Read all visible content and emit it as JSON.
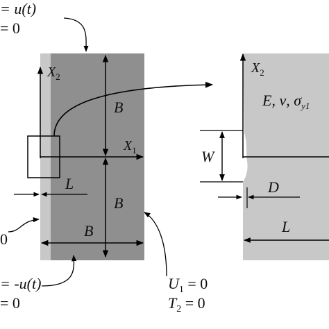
{
  "labels": {
    "top_disp_lhs": "= u(t)",
    "top_zero": "= 0",
    "bottom_disp_lhs": "= -u(t)",
    "bottom_zero": "= 0",
    "left_zero": "0",
    "x2_left": "X",
    "x2_left_sub": "2",
    "x1": "X",
    "x1_sub": "1",
    "b_upper": "B",
    "b_lower": "B",
    "b_width": "B",
    "l_left": "L",
    "x2_right": "X",
    "x2_right_sub": "2",
    "props_e": "E, ",
    "props_nu": "ν",
    "props_comma": ", ",
    "props_sigma": "σ",
    "props_sigma_sub": "y1",
    "w": "W",
    "d": "D",
    "l_right": "L",
    "u1": "U",
    "u1_sub": "1",
    "u1_eq": " = 0",
    "t2": "T",
    "t2_sub": "2",
    "t2_eq": " = 0"
  },
  "colors": {
    "outer_strip": "#c8c8c8",
    "inner_block": "#8f8f8f",
    "right_block": "#c8c8c8",
    "line": "#000000",
    "background": "#ffffff"
  }
}
